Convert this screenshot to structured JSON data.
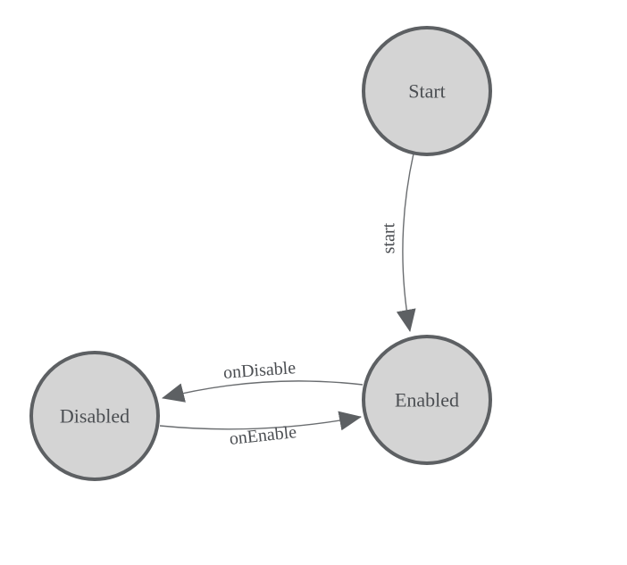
{
  "diagram": {
    "type": "state-machine",
    "background_color": "#ffffff",
    "colors": {
      "node_fill": "#d4d4d4",
      "node_stroke": "#5d6063",
      "edge_stroke": "#6a6d70",
      "arrow_fill": "#5d6063",
      "label_text": "#4b4e52"
    },
    "nodes": [
      {
        "id": "start",
        "label": "Start"
      },
      {
        "id": "enabled",
        "label": "Enabled"
      },
      {
        "id": "disabled",
        "label": "Disabled"
      }
    ],
    "edges": [
      {
        "from": "start",
        "to": "enabled",
        "label": "start"
      },
      {
        "from": "enabled",
        "to": "disabled",
        "label": "onDisable"
      },
      {
        "from": "disabled",
        "to": "enabled",
        "label": "onEnable"
      }
    ]
  }
}
